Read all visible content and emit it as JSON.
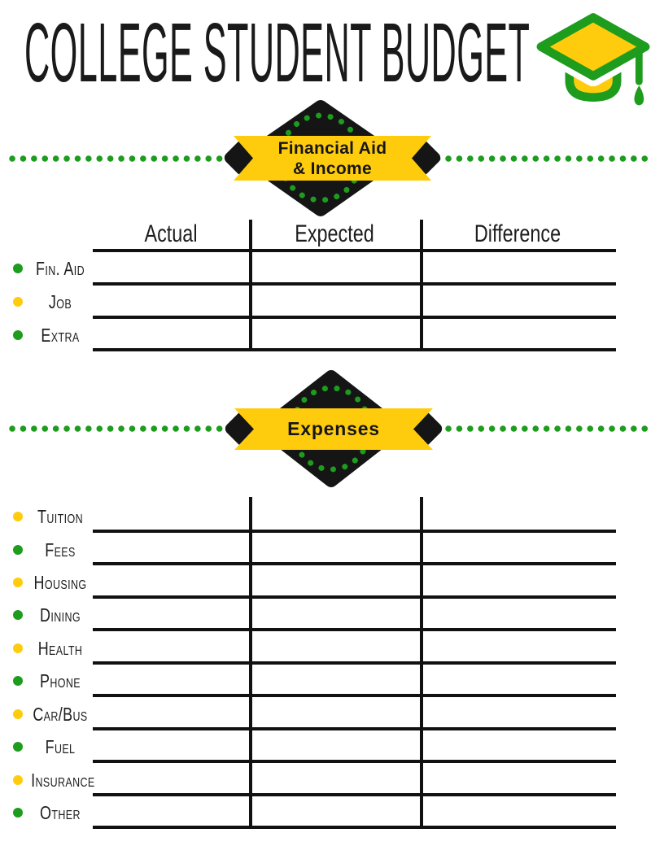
{
  "page": {
    "title": "COLLEGE STUDENT BUDGET"
  },
  "icons": {
    "header_icon": "graduation-cap"
  },
  "colors": {
    "green": "#1E9C1E",
    "yellow": "#FFCC0D",
    "ink": "#1A1A1A"
  },
  "income_section": {
    "banner": {
      "line1": "Financial Aid",
      "line2": "& Income"
    },
    "columns": [
      "Actual",
      "Expected",
      "Difference"
    ],
    "rows": [
      {
        "label": "Fin. Aid",
        "bullet": "green"
      },
      {
        "label": "Job",
        "bullet": "yellow"
      },
      {
        "label": "Extra",
        "bullet": "green"
      }
    ]
  },
  "expenses_section": {
    "banner": {
      "line1": "Expenses"
    },
    "rows": [
      {
        "label": "Tuition",
        "bullet": "yellow"
      },
      {
        "label": "Fees",
        "bullet": "green"
      },
      {
        "label": "Housing",
        "bullet": "yellow"
      },
      {
        "label": "Dining",
        "bullet": "green"
      },
      {
        "label": "Health",
        "bullet": "yellow"
      },
      {
        "label": "Phone",
        "bullet": "green"
      },
      {
        "label": "Car/Bus",
        "bullet": "yellow"
      },
      {
        "label": "Fuel",
        "bullet": "green"
      },
      {
        "label": "Insurance",
        "bullet": "yellow"
      },
      {
        "label": "Other",
        "bullet": "green"
      }
    ]
  }
}
